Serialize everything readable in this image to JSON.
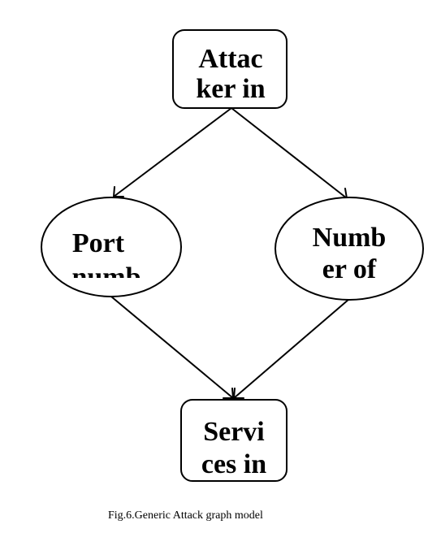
{
  "diagram": {
    "nodes": {
      "attacker": {
        "shape": "rounded-rectangle",
        "line1": "Attac",
        "line2": "ker in"
      },
      "port": {
        "shape": "ellipse",
        "line1": "Port",
        "line2": "numb"
      },
      "number": {
        "shape": "ellipse",
        "line1": "Numb",
        "line2": "er of"
      },
      "services": {
        "shape": "rounded-rectangle",
        "line1": "Servi",
        "line2": "ces in"
      }
    },
    "edges": [
      {
        "from": "attacker",
        "to": "port"
      },
      {
        "from": "attacker",
        "to": "number"
      },
      {
        "from": "port",
        "to": "services"
      },
      {
        "from": "number",
        "to": "services"
      }
    ]
  },
  "caption": "Fig.6.Generic Attack graph model"
}
